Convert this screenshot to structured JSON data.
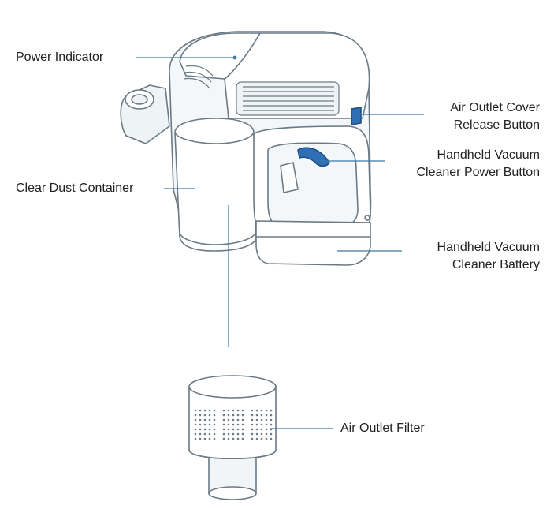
{
  "labels": {
    "power_indicator": "Power Indicator",
    "clear_dust_container": "Clear Dust Container",
    "air_outlet_cover_line1": "Air Outlet Cover",
    "air_outlet_cover_line2": "Release Button",
    "power_button_line1": "Handheld Vacuum",
    "power_button_line2": "Cleaner Power Button",
    "battery_line1": "Handheld Vacuum",
    "battery_line2": "Cleaner Battery",
    "air_outlet_filter": "Air Outlet Filter"
  },
  "colors": {
    "outline": "#6b7a85",
    "fill": "#ffffff",
    "shade": "#e6edf2",
    "accent_blue": "#2f6fb5",
    "leader_line": "#3a78a8",
    "text": "#222222"
  }
}
